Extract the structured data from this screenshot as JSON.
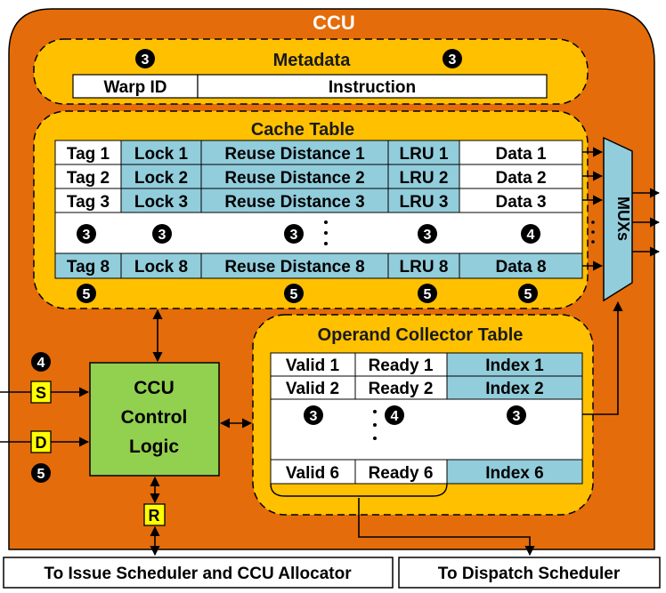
{
  "title": "CCU",
  "metadata": {
    "title": "Metadata",
    "warp_id": "Warp ID",
    "instruction": "Instruction",
    "badge_left": "3",
    "badge_right": "3"
  },
  "cache_table": {
    "title": "Cache Table",
    "rows": [
      {
        "tag": "Tag 1",
        "lock": "Lock 1",
        "reuse": "Reuse Distance 1",
        "lru": "LRU 1",
        "data": "Data  1"
      },
      {
        "tag": "Tag 2",
        "lock": "Lock 2",
        "reuse": "Reuse Distance 2",
        "lru": "LRU 2",
        "data": "Data  2"
      },
      {
        "tag": "Tag 3",
        "lock": "Lock 3",
        "reuse": "Reuse Distance 3",
        "lru": "LRU 3",
        "data": "Data  3"
      }
    ],
    "middle_badges": [
      "3",
      "3",
      "3",
      "3",
      "4"
    ],
    "last_row": {
      "tag": "Tag 8",
      "lock": "Lock 8",
      "reuse": "Reuse Distance 8",
      "lru": "LRU 8",
      "data": "Data  8"
    },
    "bottom_badges": [
      "5",
      "5",
      "5",
      "5"
    ]
  },
  "muxes": "MUXs",
  "operand_table": {
    "title": "Operand Collector Table",
    "rows": [
      {
        "valid": "Valid 1",
        "ready": "Ready 1",
        "index": "Index 1"
      },
      {
        "valid": "Valid 2",
        "ready": "Ready 2",
        "index": "Index 2"
      }
    ],
    "middle_badges": [
      "3",
      "4",
      "3"
    ],
    "last_row": {
      "valid": "Valid 6",
      "ready": "Ready 6",
      "index": "Index 6"
    }
  },
  "control_logic": {
    "line1": "CCU",
    "line2": "Control",
    "line3": "Logic"
  },
  "ports": {
    "s": "S",
    "d": "D",
    "r": "R",
    "badge_s": "4",
    "badge_d": "5"
  },
  "outputs": {
    "issue": "To Issue Scheduler and CCU Allocator",
    "dispatch": "To Dispatch Scheduler"
  },
  "colors": {
    "ccu_bg": "#e46c0a",
    "section_bg": "#ffc000",
    "cell_blue": "#92cddc",
    "cell_white": "#ffffff",
    "logic_green": "#92d050",
    "port_yellow": "#ffff00"
  }
}
